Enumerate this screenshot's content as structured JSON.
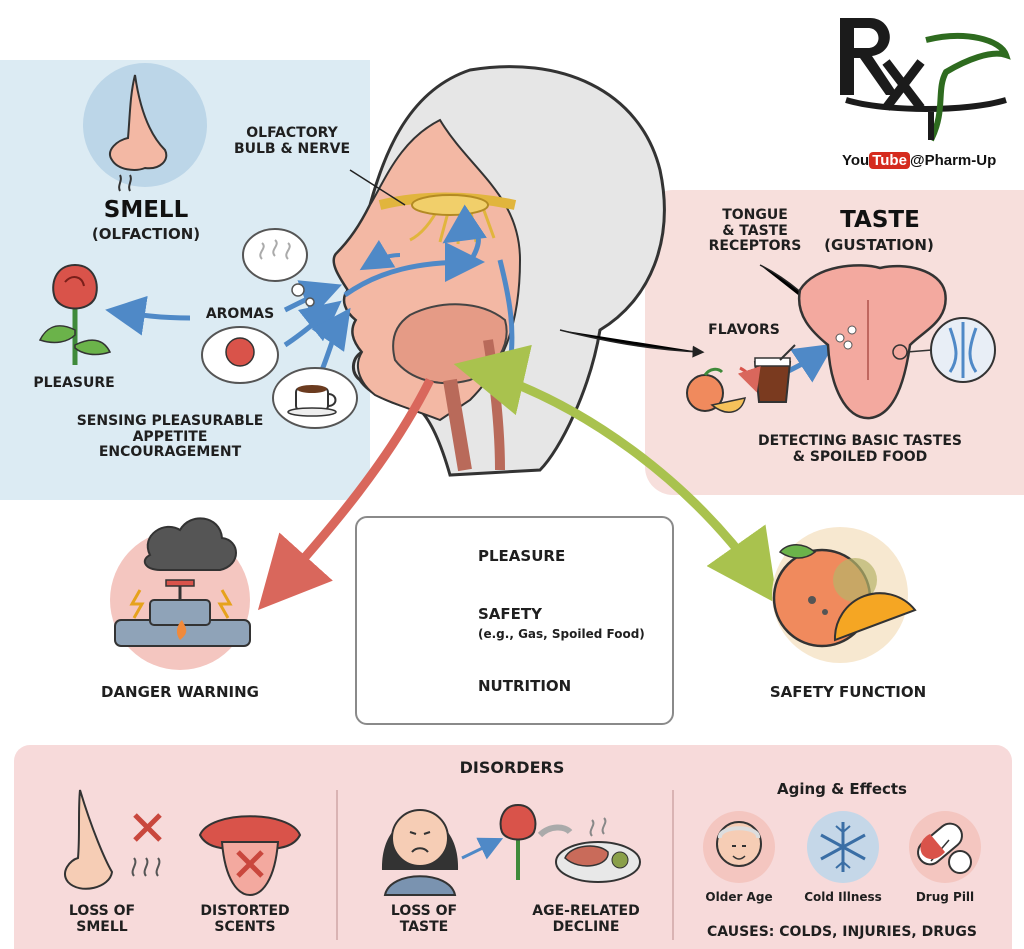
{
  "smell": {
    "title": "SMELL",
    "subtitle": "(OLFACTION)"
  },
  "taste": {
    "title": "TASTE",
    "subtitle": "(GUSTATION)"
  },
  "labels": {
    "olfactory": [
      "OLFACTORY",
      "BULB & NERVE"
    ],
    "aromas": "AROMAS",
    "pleasure_left": "PLEASURE",
    "sensing": [
      "SENSING PLEASURABLE",
      "APPETITE",
      "ENCOURAGEMENT"
    ],
    "tongue_receptors": [
      "TONGUE",
      "& TASTE",
      "RECEPTORS"
    ],
    "flavors": "FLAVORS",
    "detecting": [
      "DETECTING BASIC TASTES",
      "& SPOILED FOOD"
    ],
    "danger_warning": "DANGER WARNING",
    "safety_function": "SAFETY FUNCTION"
  },
  "legend": [
    {
      "icon": "rose-icon",
      "label": "PLEASURE",
      "sub": ""
    },
    {
      "icon": "shield-icon",
      "label": "SAFETY",
      "sub": "(e.g., Gas, Spoiled Food)"
    },
    {
      "icon": "skull-crossbones-icon",
      "label": "NUTRITION",
      "sub": ""
    }
  ],
  "disorders": {
    "title": "DISORDERS",
    "loss_smell": [
      "LOSS OF",
      "SMELL"
    ],
    "distorted": [
      "DISTORTED",
      "SCENTS"
    ],
    "loss_taste": [
      "LOSS OF",
      "TASTE"
    ],
    "age_related": [
      "AGE-RELATED",
      "DECLINE"
    ],
    "aging_title": "Aging & Effects",
    "aging_items": [
      "Older Age",
      "Cold Illness",
      "Drug Pill"
    ],
    "causes": "CAUSES: COLDS, INJURIES, DRUGS"
  },
  "logo": {
    "mark": "Rx",
    "brand": "YouTube",
    "youtube_word": "You",
    "tube_word": "Tube",
    "handle": "@Pharm-Up"
  },
  "colors": {
    "smell_panel": "#dcebf3",
    "taste_panel": "#f7dfdc",
    "disorders_panel": "#f7dada",
    "blue_arrow": "#4f89c7",
    "red_arrow": "#d9675c",
    "green_arrow": "#a9c24e",
    "skin": "#f3b8a4",
    "olfactory_bulb": "#f1cf6a"
  }
}
